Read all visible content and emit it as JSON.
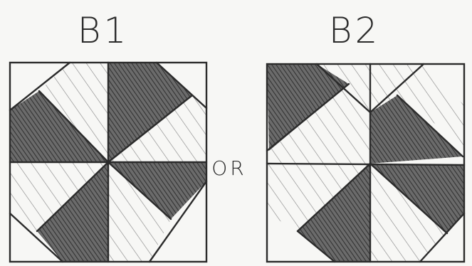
{
  "blocks": [
    {
      "label": "B1"
    },
    {
      "label": "B2"
    }
  ],
  "separator": "OR",
  "colors": {
    "paper": "#f7f7f5",
    "ink": "#2b2b2b",
    "dark_shade": "#5a5a5a",
    "light_hatch": "#8a8a8a"
  }
}
